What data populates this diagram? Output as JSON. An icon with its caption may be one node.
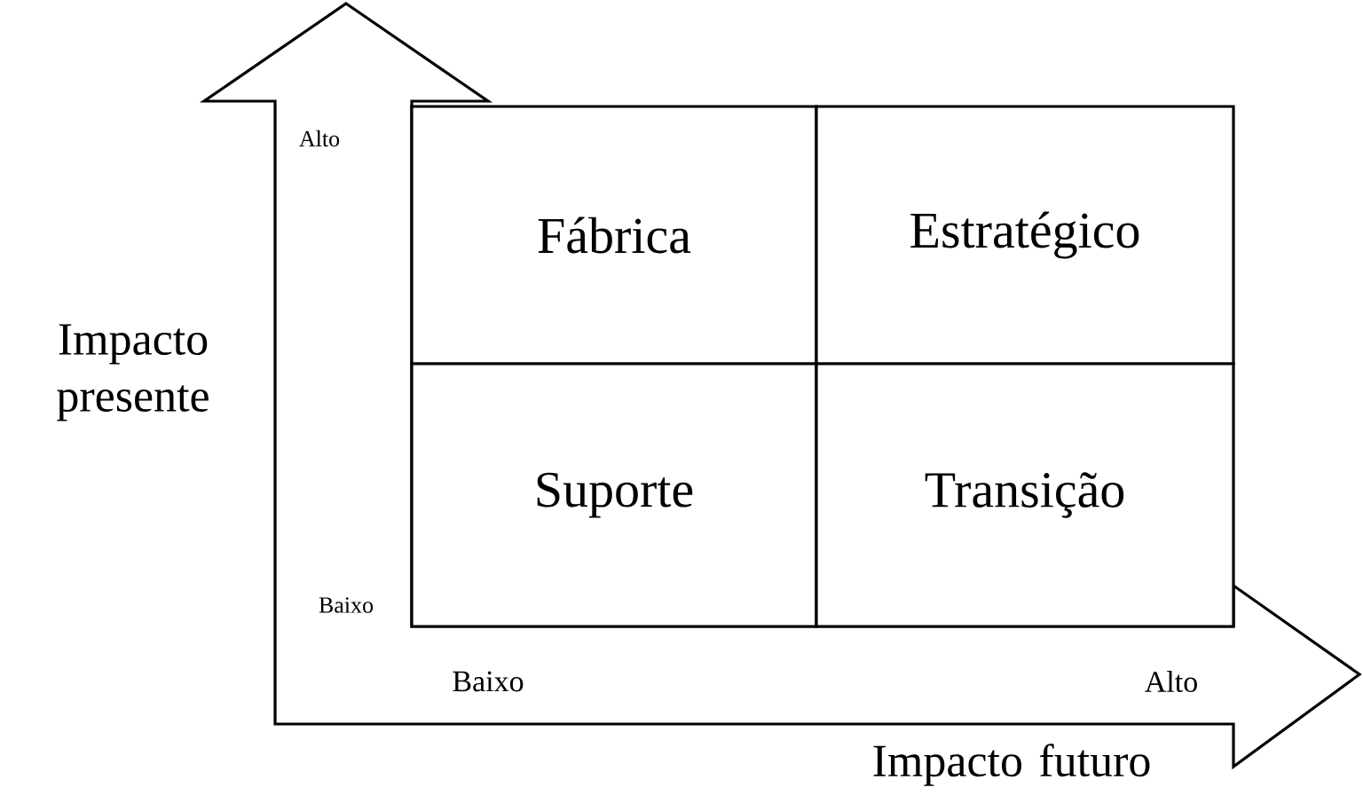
{
  "diagram": {
    "nodes": [
      {
        "text": [
          "Fábrica"
        ]
      },
      {
        "text": [
          "Estratégico"
        ]
      },
      {
        "text": [
          "Suporte"
        ]
      },
      {
        "text": [
          "Transição"
        ]
      }
    ],
    "edges": [],
    "labels": [
      "Alto",
      "Impacto presente",
      "Baixo",
      "Baixo",
      "Alto",
      "Impacto futuro"
    ]
  }
}
